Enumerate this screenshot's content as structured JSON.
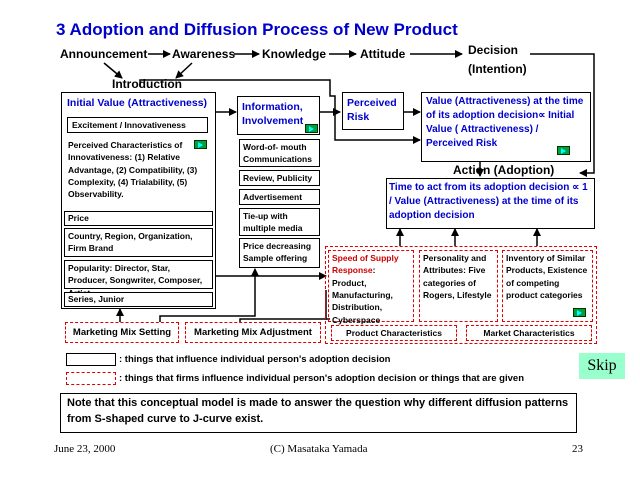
{
  "title": "3 Adoption and Diffusion Process of New Product",
  "stages": {
    "announcement": "Announcement",
    "awareness": "Awareness",
    "knowledge": "Knowledge",
    "attitude": "Attitude",
    "decision": "Decision",
    "intention": "(Intention)",
    "introduction": "Introduction"
  },
  "initial_value": {
    "header": "Initial Value (Attractiveness)",
    "excitement": "Excitement / Innovativeness",
    "perceived": "Perceived Characteristics of Innovativeness: (1) Relative Advantage, (2) Compatibility, (3) Complexity, (4) Trialability, (5) Observability.",
    "price": "Price",
    "country": "Country, Region, Organization, Firm Brand",
    "popularity": "Popularity: Director, Star, Producer, Songwriter, Composer, Artist",
    "series": "Series, Junior"
  },
  "info": {
    "header": "Information, Involvement",
    "word_of_mouth": "Word-of- mouth Communications",
    "review": "Review, Publicity",
    "advertisement": "Advertisement",
    "tie_up": "Tie-up with multiple media",
    "price_dec": "Price decreasing Sample offering"
  },
  "perceived_risk": "Perceived Risk",
  "value_decision": "Value (Attractiveness) at the time of its adoption decision∝ Initial Value ( Attractiveness) / Perceived Risk",
  "action": "Action (Adoption)",
  "time_to_act": "Time to act from its adoption decision ∝ 1 / Value (Attractiveness) at the time of its adoption decision",
  "speed": {
    "red": "Speed of Supply Response",
    "rest": ": Product, Manufacturing, Distribution, Cyberspace"
  },
  "personality": "Personality and Attributes: Five categories of Rogers, Lifestyle",
  "inventory": "Inventory of Similar Products, Existence of competing product categories",
  "product_char": "Product Characteristics",
  "market_char": "Market Characteristics",
  "mm_setting": "Marketing Mix Setting",
  "mm_adjust": "Marketing Mix Adjustment",
  "legend": {
    "solid": ": things that influence individual person's adoption decision",
    "dashed": ": things that firms influence individual person's adoption decision or things that are given"
  },
  "skip": "Skip",
  "note": "Note that this conceptual model is made to answer the question why different diffusion patterns from S-shaped curve to J-curve exist.",
  "footer": {
    "date": "June 23, 2000",
    "author": "(C) Masataka Yamada",
    "page": "23"
  },
  "colors": {
    "title": "#0000cc",
    "accent_red": "#cc0000",
    "button_green": "#00a040",
    "skip_bg": "#99ffcc"
  },
  "icons": [
    "play-button-icon"
  ]
}
